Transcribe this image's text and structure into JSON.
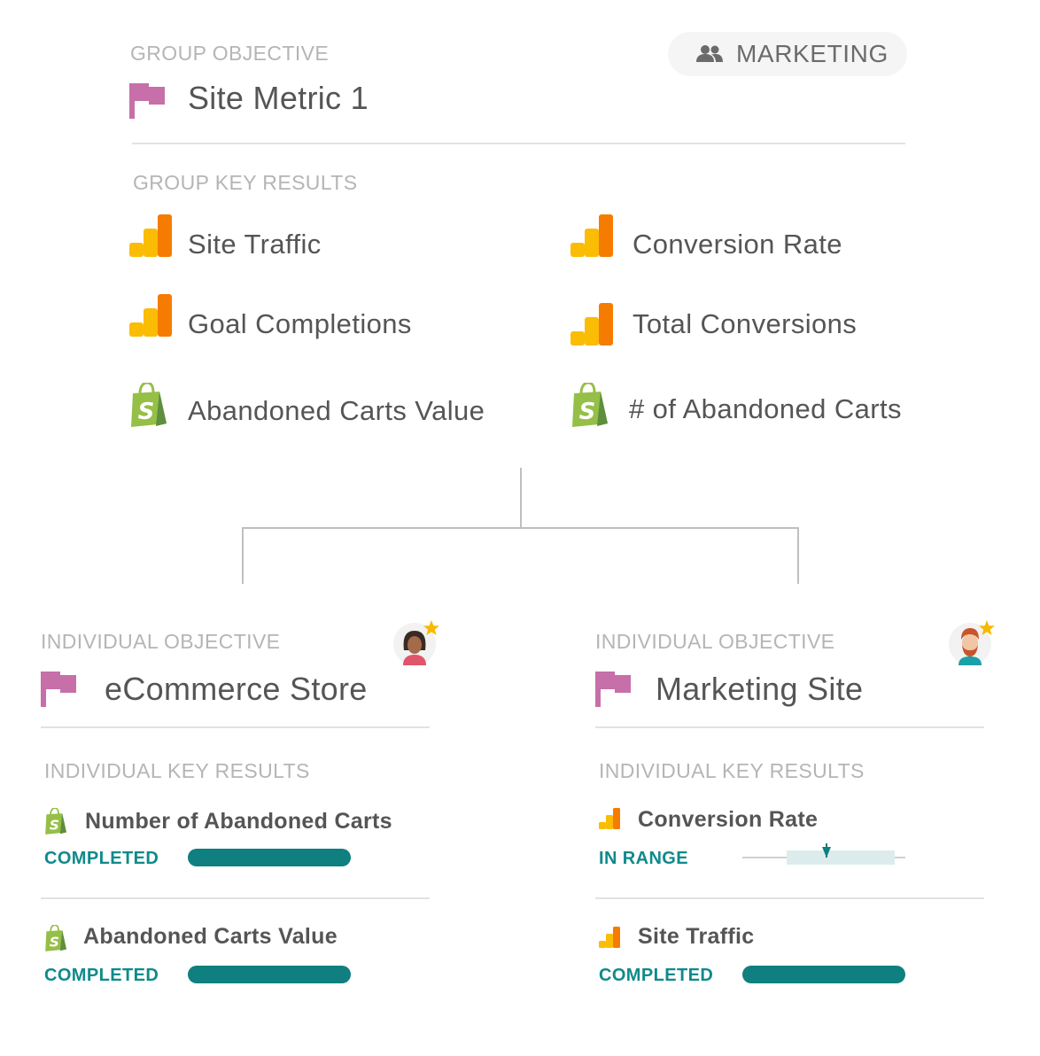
{
  "group": {
    "objective_label": "GROUP OBJECTIVE",
    "objective_title": "Site Metric 1",
    "team_badge": "MARKETING",
    "key_results_label": "GROUP KEY RESULTS",
    "key_results": [
      {
        "label": "Site Traffic",
        "icon": "google-analytics-icon"
      },
      {
        "label": "Conversion Rate",
        "icon": "google-analytics-icon"
      },
      {
        "label": "Goal Completions",
        "icon": "google-analytics-icon"
      },
      {
        "label": "Total Conversions",
        "icon": "google-analytics-icon"
      },
      {
        "label": "Abandoned Carts Value",
        "icon": "shopify-icon"
      },
      {
        "label": "# of Abandoned Carts",
        "icon": "shopify-icon"
      }
    ]
  },
  "individuals": [
    {
      "objective_label": "INDIVIDUAL OBJECTIVE",
      "objective_title": "eCommerce Store",
      "key_results_label": "INDIVIDUAL KEY RESULTS",
      "avatar": "avatar-woman",
      "key_results": [
        {
          "label": "Number of Abandoned Carts",
          "status": "COMPLETED",
          "icon": "shopify-icon",
          "progress": 1.0
        },
        {
          "label": "Abandoned Carts Value",
          "status": "COMPLETED",
          "icon": "shopify-icon",
          "progress": 1.0
        }
      ]
    },
    {
      "objective_label": "INDIVIDUAL OBJECTIVE",
      "objective_title": "Marketing Site",
      "key_results_label": "INDIVIDUAL KEY RESULTS",
      "avatar": "avatar-man",
      "key_results": [
        {
          "label": "Conversion Rate",
          "status": "IN RANGE",
          "icon": "google-analytics-icon"
        },
        {
          "label": "Site Traffic",
          "status": "COMPLETED",
          "icon": "google-analytics-icon",
          "progress": 1.0
        }
      ]
    }
  ],
  "colors": {
    "accent_teal": "#0f7f7f",
    "flag_pink": "#c66fa8",
    "ga_orange": "#f57c00",
    "ga_yellow": "#fbbc04",
    "shopify_green": "#95bf47",
    "star_gold": "#f7b900"
  }
}
